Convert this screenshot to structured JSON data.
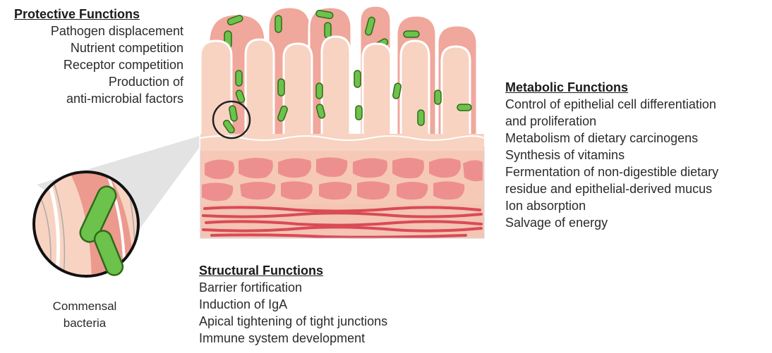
{
  "protective": {
    "heading": "Protective Functions",
    "items": [
      "Pathogen displacement",
      "Nutrient competition",
      "Receptor competition",
      "Production of",
      "anti-microbial factors"
    ]
  },
  "metabolic": {
    "heading": "Metabolic Functions",
    "items": [
      "Control of epithelial cell differentiation",
      "and proliferation",
      "Metabolism of dietary carcinogens",
      "Synthesis of vitamins",
      "Fermentation of non-digestible dietary",
      "residue and epithelial-derived mucus",
      "Ion absorption",
      "Salvage of energy"
    ]
  },
  "structural": {
    "heading": "Structural Functions",
    "items": [
      "Barrier fortification",
      "Induction of IgA",
      "Apical tightening of tight junctions",
      "Immune system development"
    ]
  },
  "magnifier_label": [
    "Commensal",
    "bacteria"
  ],
  "colors": {
    "tissue": "#f6c9b7",
    "villus_core": "#e9948c",
    "bacteria": "#6cc24a",
    "bacteria_outline": "#2f6a1c",
    "muscle": "#d94b55",
    "outline": "#333333"
  }
}
